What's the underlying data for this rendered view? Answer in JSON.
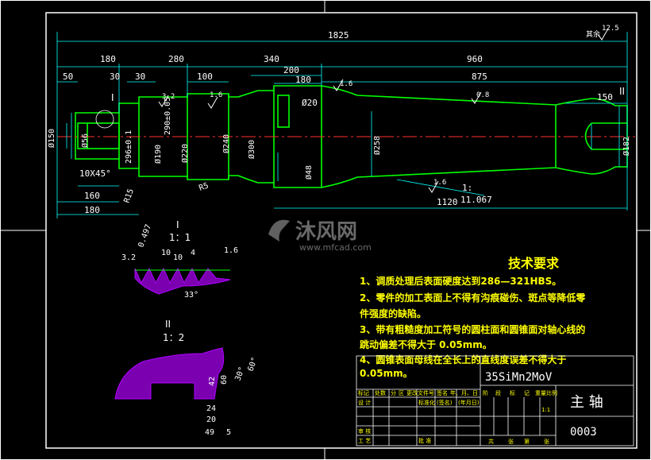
{
  "colors": {
    "background": "#000000",
    "outline": "#00ff00",
    "frame": "#ffffff",
    "dimension": "#00ffff",
    "centerline": "#ff3030",
    "hatch": "#b000ff",
    "note": "#ffff00"
  },
  "dimensions": {
    "overall": "1825",
    "d180_top": "180",
    "d280": "280",
    "d340": "340",
    "d960": "960",
    "d50": "50",
    "d30a": "30",
    "d30b": "30",
    "d100": "100",
    "d200": "200",
    "d180_mid": "180",
    "d875": "875",
    "d150": "150",
    "phi150": "Ø150",
    "phi56": "Ø56",
    "d296": "296±0.1",
    "d2905": "290±0.05",
    "phi190": "Ø190",
    "phi220": "Ø220",
    "phi240": "Ø240",
    "phi300": "Ø300",
    "phi20": "Ø20",
    "phi48": "Ø48",
    "phi258": "Ø258",
    "phi182": "Ø182",
    "chamfer": "10X45°",
    "d160": "160",
    "d180_bot": "180",
    "r15": "R15",
    "r5": "R5",
    "d1120": "1120",
    "taper": "11.067",
    "taper_ratio": "1:"
  },
  "roughness": {
    "r32a": "3.2",
    "r16a": "1.6",
    "r16b": "1.6",
    "r08": "0.8",
    "r16c": "1.6",
    "r125": "12.5",
    "rest": "其余"
  },
  "markers": {
    "section_I": "I",
    "section_II": "II"
  },
  "detail_I": {
    "title": "I",
    "scale": "1：1",
    "dims": [
      "0.497",
      "3.2",
      "10",
      "10",
      "4",
      "1.6",
      "33°"
    ]
  },
  "detail_II": {
    "title": "II",
    "scale": "1：2",
    "dims": [
      "60°",
      "30°",
      "60",
      "42",
      "24",
      "20",
      "49",
      "5"
    ]
  },
  "notes": {
    "title": "技术要求",
    "lines": [
      "1、调质处理后表面硬度达到286—321HBS。",
      "2、零件的加工表面上不得有沟痕碰伤、斑点等降低零",
      "件强度的缺陷。",
      "3、带有粗糙度加工符号的圆柱面和圆锥面对轴心线的",
      "跳动偏差不得大于   0.05mm。",
      "4、圆锥表面母线在全长上的直线度误差不得大于",
      "0.05mm。"
    ]
  },
  "title_block": {
    "material": "35SiMn2MoV",
    "part_name": "主   轴",
    "drawing_no": "0003",
    "row_labels": [
      "标记",
      "处数",
      "分",
      "区",
      "更改文件号",
      "签名",
      "年、月、日"
    ],
    "design": "设 计",
    "standard": "标准化",
    "signature": "(签名)",
    "date": "(年月日)",
    "stage": [
      "阶",
      "段",
      "标",
      "记"
    ],
    "weight": "重量",
    "ratio": "比例",
    "check": "审 核",
    "process": "工 艺",
    "approve": "批 准",
    "sheets": [
      "共",
      "张",
      "第",
      "张"
    ],
    "scale_value": "1:1"
  },
  "watermark": {
    "brand": "沐风网",
    "url": "www.mfcad.com"
  }
}
